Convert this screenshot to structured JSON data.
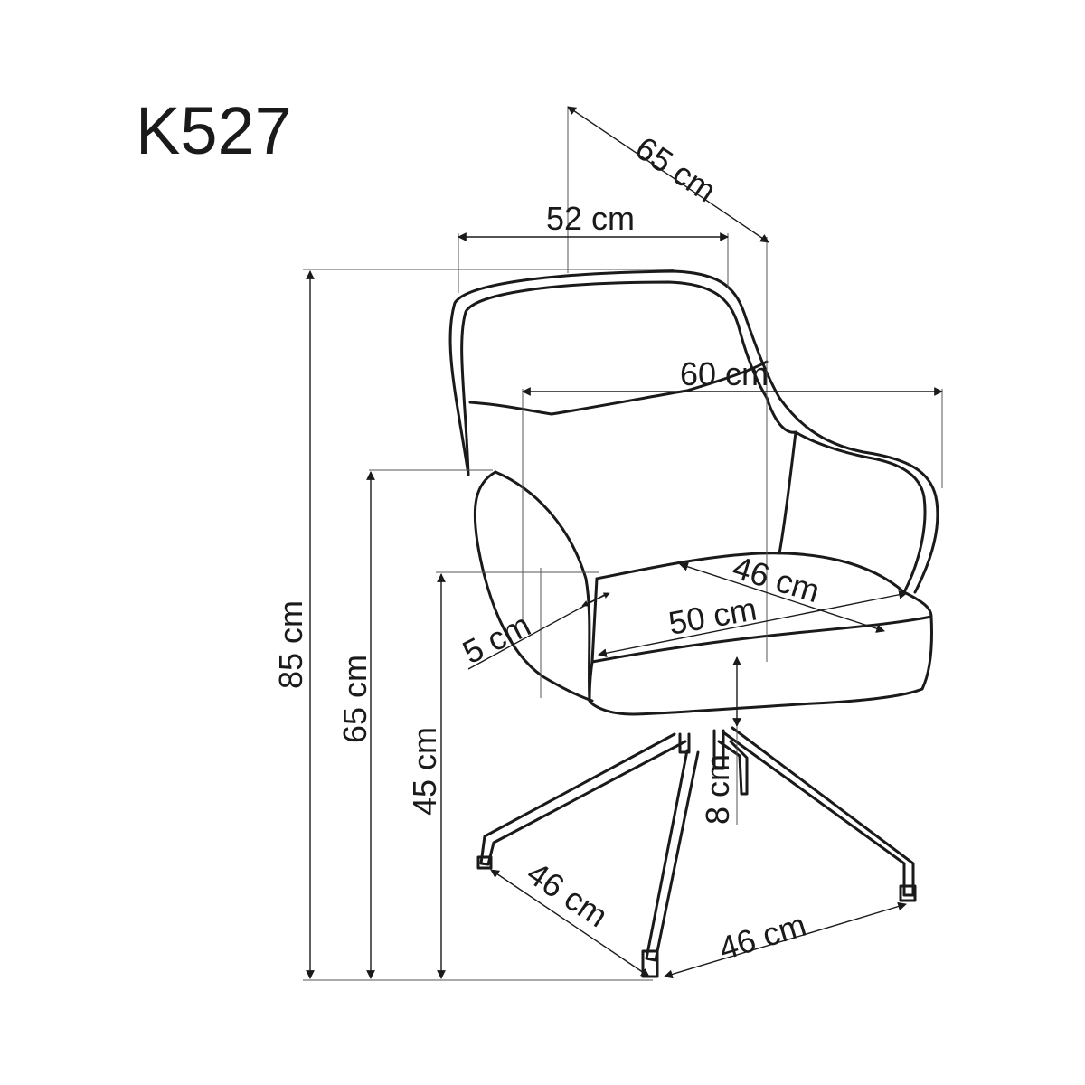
{
  "product": {
    "model": "K527"
  },
  "dimensions": {
    "depth_diagonal": "65 cm",
    "back_width": "52 cm",
    "total_width": "60 cm",
    "total_height": "85 cm",
    "armrest_height": "65 cm",
    "seat_height": "45 cm",
    "seat_depth": "46 cm",
    "seat_width": "50 cm",
    "armrest_thickness": "5 cm",
    "base_clearance": "8 cm",
    "base_left": "46 cm",
    "base_right": "46 cm"
  },
  "colors": {
    "line": "#1a1a1a",
    "background": "#ffffff"
  }
}
